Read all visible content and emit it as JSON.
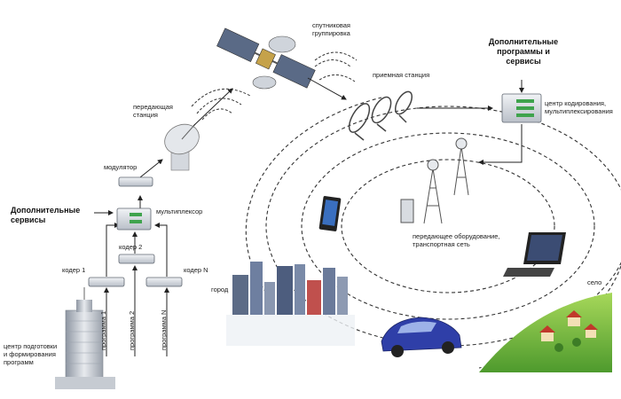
{
  "labels": {
    "sat_group": "спутниковая группировка",
    "extra_programs": "Дополнительные программы и сервисы",
    "tx_station": "передающая станция",
    "rx_station": "приемная станция",
    "coding_center": "центр кодирования, мультиплексирования",
    "modulator": "модулятор",
    "extra_services": "Дополнительные сервисы",
    "multiplexer": "мультиплексор",
    "coder2": "кодер 2",
    "coder1": "кодер 1",
    "coderN": "кодер N",
    "prog1": "программа 1",
    "prog2": "программа 2",
    "progN": "программа N",
    "city": "город",
    "village": "село",
    "tx_equipment": "передающее оборудование, транспортная сеть",
    "prep_center": "центр подготовки и формирования программ"
  },
  "colors": {
    "wave": "#333333",
    "device": "#d9dde3",
    "device_dark": "#5f6670",
    "indicator": "#3fa34d",
    "car": "#2f3fa8",
    "grass": "#7cc242",
    "dish": "#c9ced6"
  },
  "icons": [
    "satellite-icon",
    "dish-icon",
    "receiving-dishes-icon",
    "server-icon",
    "tower-icon",
    "tablet-icon",
    "laptop-icon",
    "car-icon",
    "city-icon",
    "village-icon",
    "building-icon"
  ]
}
